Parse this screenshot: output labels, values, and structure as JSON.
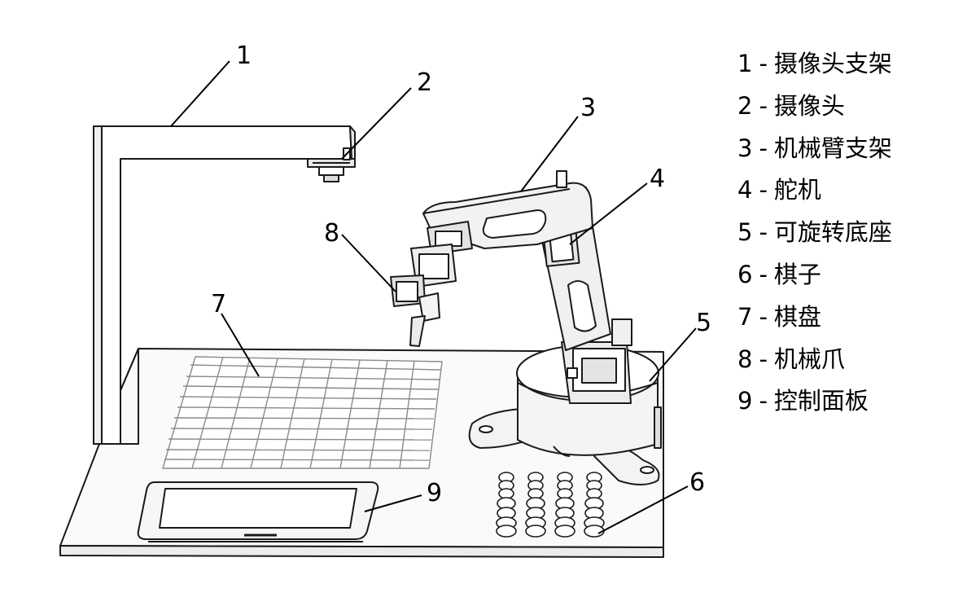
{
  "callouts": [
    "1",
    "2",
    "3",
    "4",
    "5",
    "6",
    "7",
    "8",
    "9"
  ],
  "legend": [
    {
      "number": "1",
      "label": "摄像头支架"
    },
    {
      "number": "2",
      "label": "摄像头"
    },
    {
      "number": "3",
      "label": "机械臂支架"
    },
    {
      "number": "4",
      "label": "舵机"
    },
    {
      "number": "5",
      "label": "可旋转底座"
    },
    {
      "number": "6",
      "label": "棋子"
    },
    {
      "number": "7",
      "label": "棋盘"
    },
    {
      "number": "8",
      "label": "机械爪"
    },
    {
      "number": "9",
      "label": "控制面板"
    }
  ],
  "separator": "-",
  "colors": {
    "line": "#1a1a1a",
    "fill": "#ffffff",
    "panel": "#f2f2f2",
    "arm": "#e9e9e9"
  }
}
